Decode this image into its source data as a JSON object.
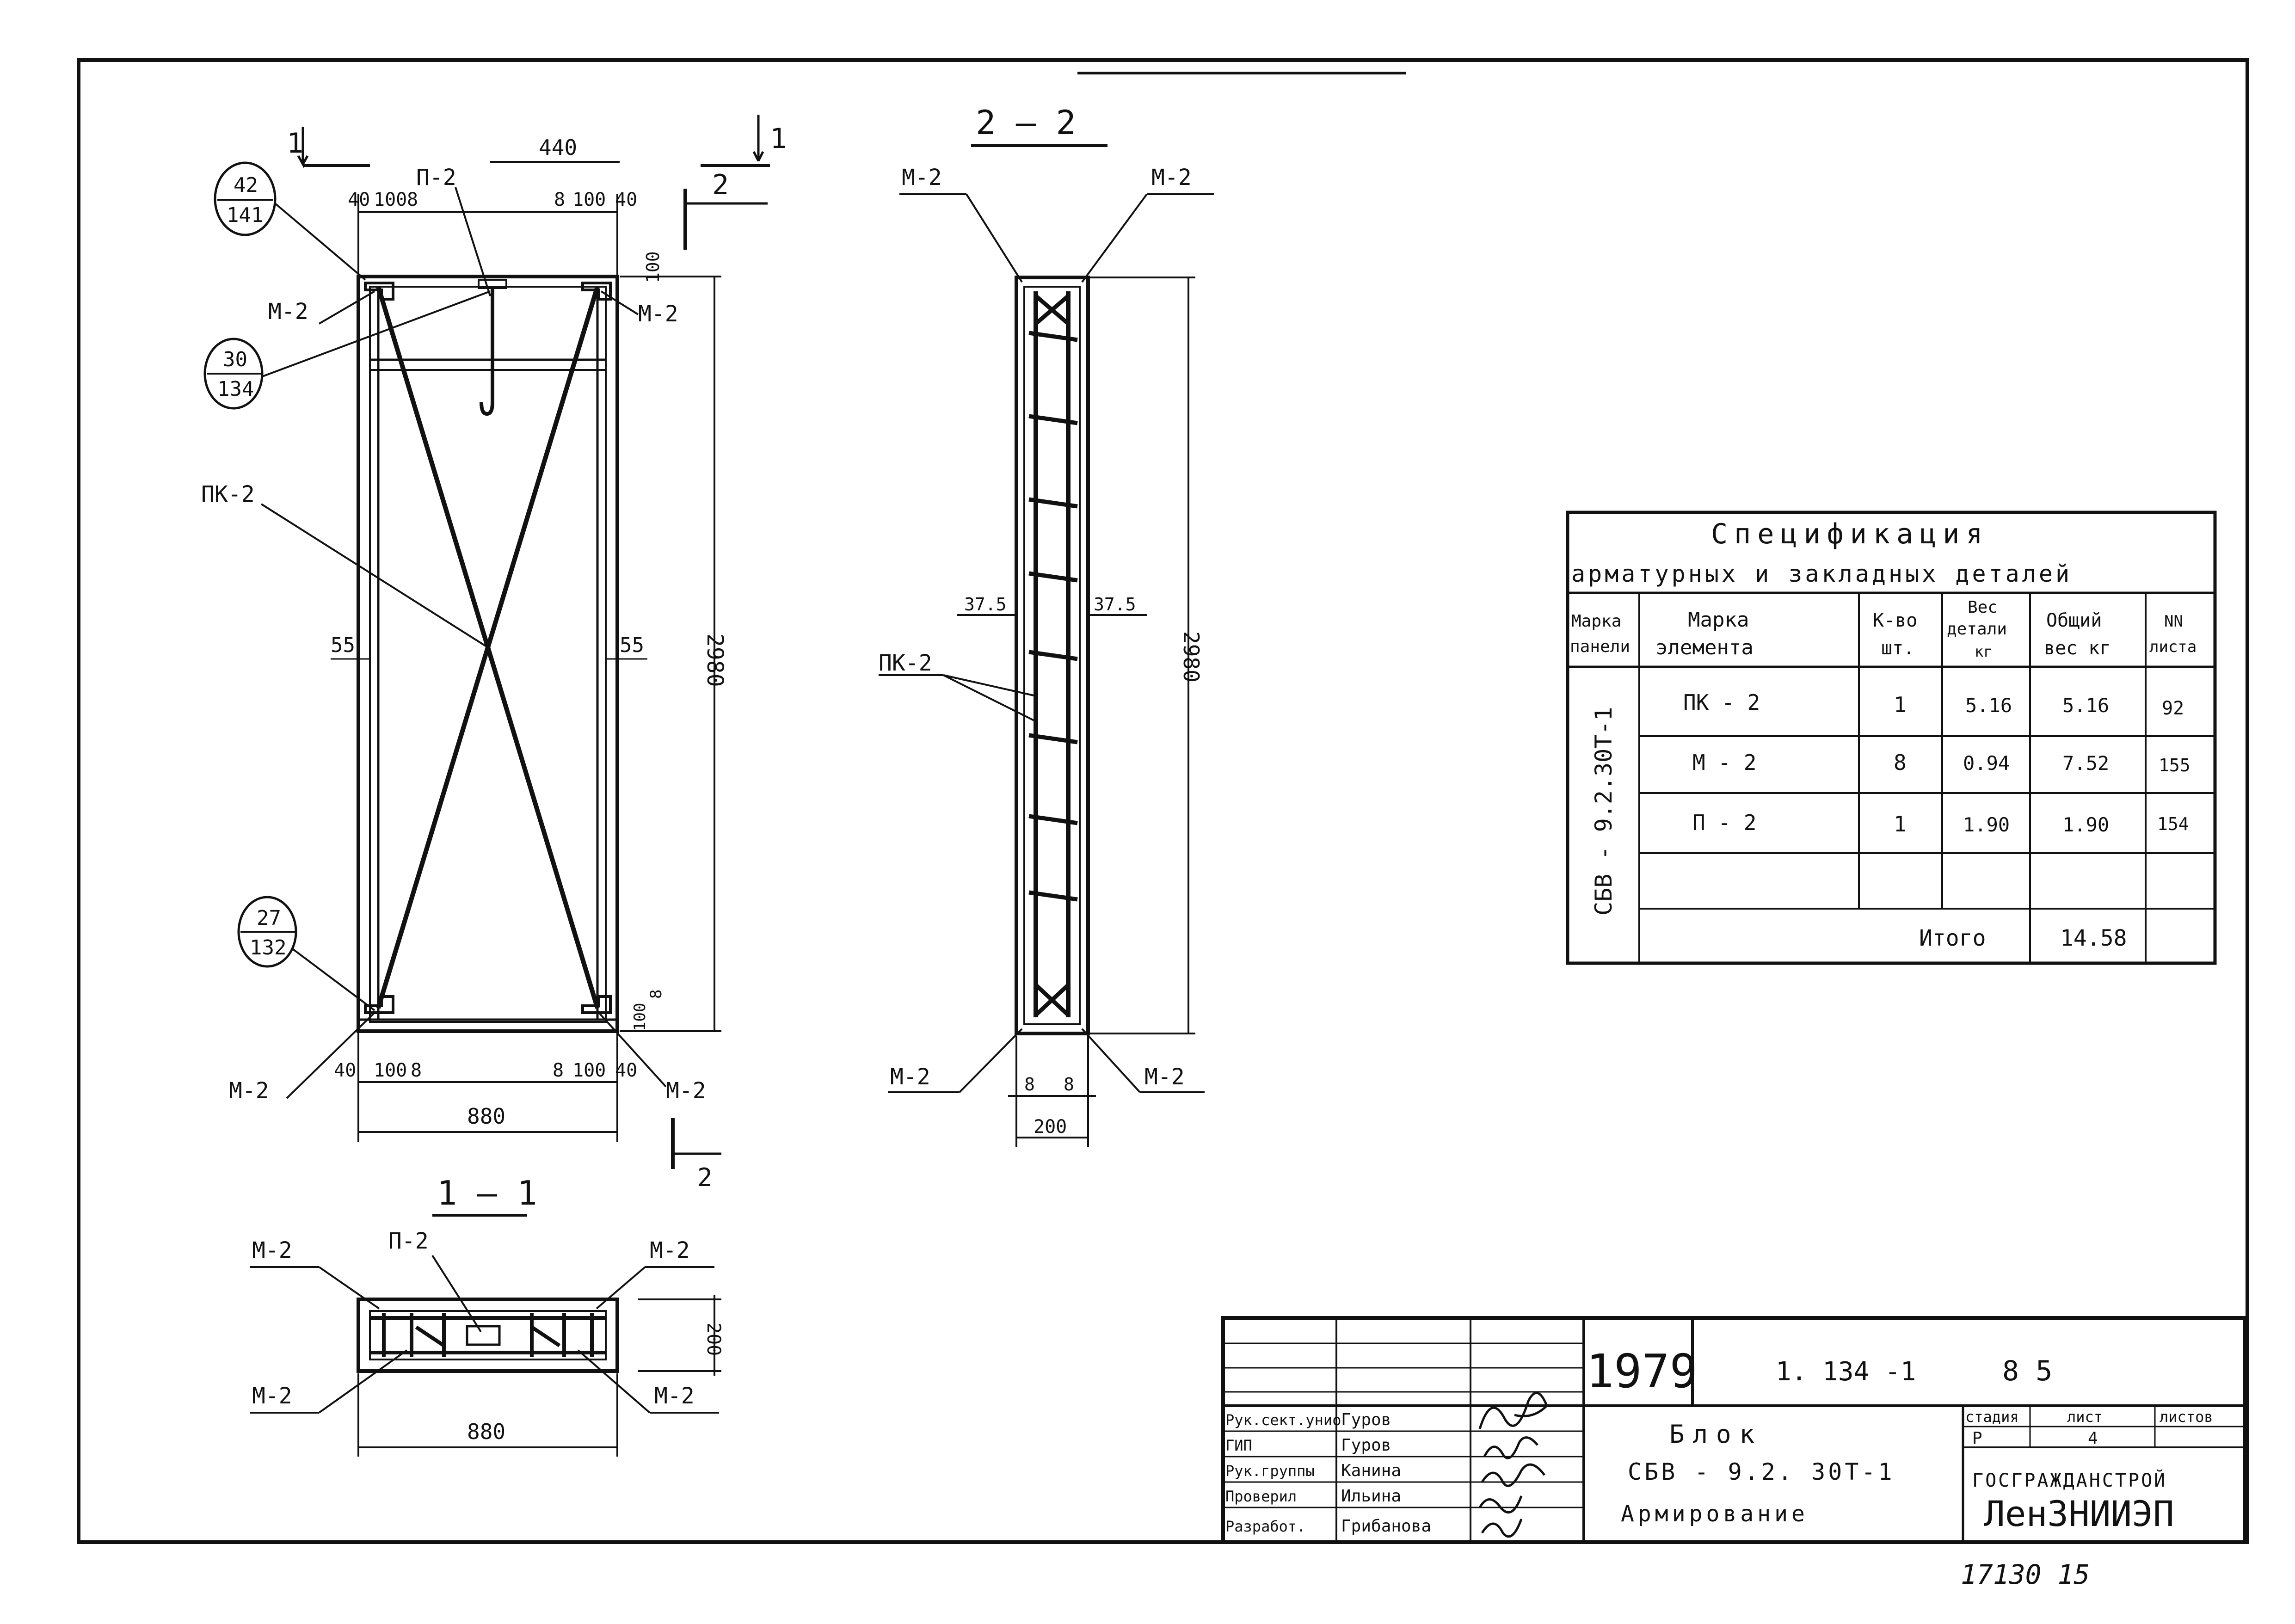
{
  "sheet": {
    "top_stamp": "",
    "bottom_ref": "17130 15"
  },
  "plan_view": {
    "section_mark_left": "1",
    "section_mark_right": "1",
    "section_mark_side": "2",
    "section_mark_side_bottom": "2",
    "dims_top": [
      "440",
      "40",
      "100",
      "8",
      "8",
      "100",
      "40"
    ],
    "dim_top_right_vert": "100",
    "dim_height": "2980",
    "dim_side_left": "55",
    "dim_side_right": "55",
    "dims_bottom": [
      "40",
      "100",
      "8",
      "8",
      "100",
      "40"
    ],
    "dim_bottom_right_vert": [
      "100",
      "8"
    ],
    "dim_width": "880",
    "labels": {
      "p2": "П-2",
      "m2_top_left": "М-2",
      "m2_top_right": "М-2",
      "pk2": "ПК-2",
      "m2_bottom_left": "М-2",
      "m2_bottom_right": "М-2"
    },
    "callouts": [
      {
        "top": "42",
        "bottom": "141"
      },
      {
        "top": "30",
        "bottom": "134"
      },
      {
        "top": "27",
        "bottom": "132"
      }
    ]
  },
  "section_2_2": {
    "title": "2 — 2",
    "labels": {
      "m2_top_left": "М-2",
      "m2_top_right": "М-2",
      "pk2": "ПК-2",
      "m2_bottom_left": "М-2",
      "m2_bottom_right": "М-2"
    },
    "dim_left": "37.5",
    "dim_right": "37.5",
    "dim_height": "2980",
    "dims_bottom": [
      "8",
      "8"
    ],
    "dim_width": "200"
  },
  "section_1_1": {
    "title": "1 — 1",
    "labels": {
      "m2_top_left": "М-2",
      "p2": "П-2",
      "m2_top_right": "М-2",
      "m2_bottom_left": "М-2",
      "m2_bottom_right": "М-2"
    },
    "dim_height": "200",
    "dim_width": "880"
  },
  "spec_table": {
    "title1": "Спецификация",
    "title2": "арматурных и закладных деталей",
    "headers": [
      "Марка панели",
      "Марка элемента",
      "К-во шт.",
      "Вес детали кг",
      "Общий вес кг",
      "NN листа"
    ],
    "header_lines": [
      [
        "Марка",
        "панели"
      ],
      [
        "Марка",
        "элемента"
      ],
      [
        "К-во",
        "шт."
      ],
      [
        "Вес",
        "детали",
        "кг"
      ],
      [
        "Общий",
        "вес кг"
      ],
      [
        "NN",
        "листа"
      ]
    ],
    "panel": "СБВ - 9.2.30Т-1",
    "rows": [
      {
        "element": "ПК - 2",
        "qty": "1",
        "unit": "5.16",
        "total": "5.16",
        "sheet": "92"
      },
      {
        "element": "М - 2",
        "qty": "8",
        "unit": "0.94",
        "total": "7.52",
        "sheet": "155"
      },
      {
        "element": "П - 2",
        "qty": "1",
        "unit": "1.90",
        "total": "1.90",
        "sheet": "154"
      }
    ],
    "total_label": "Итого",
    "total_value": "14.58"
  },
  "title_block": {
    "year": "1979",
    "code": "1. 134 -1",
    "issue": "8 5",
    "roles": [
      "Рук.сект.унио",
      "ГИП",
      "Рук.группы",
      "Проверил",
      "Разработ."
    ],
    "names": [
      "Гуров",
      "Гуров",
      "Канина",
      "Ильина",
      "Грибанова"
    ],
    "name_line1": "Блок",
    "name_line2": "СБВ - 9.2. 30Т-1",
    "name_line3": "Армирование",
    "stage_label": "стадия",
    "sheet_label": "лист",
    "sheets_label": "листов",
    "stage": "Р",
    "sheet": "4",
    "sheets": "",
    "org1": "ГОСГРАЖДАНСТРОЙ",
    "org2": "ЛенЗНИИЭП"
  }
}
